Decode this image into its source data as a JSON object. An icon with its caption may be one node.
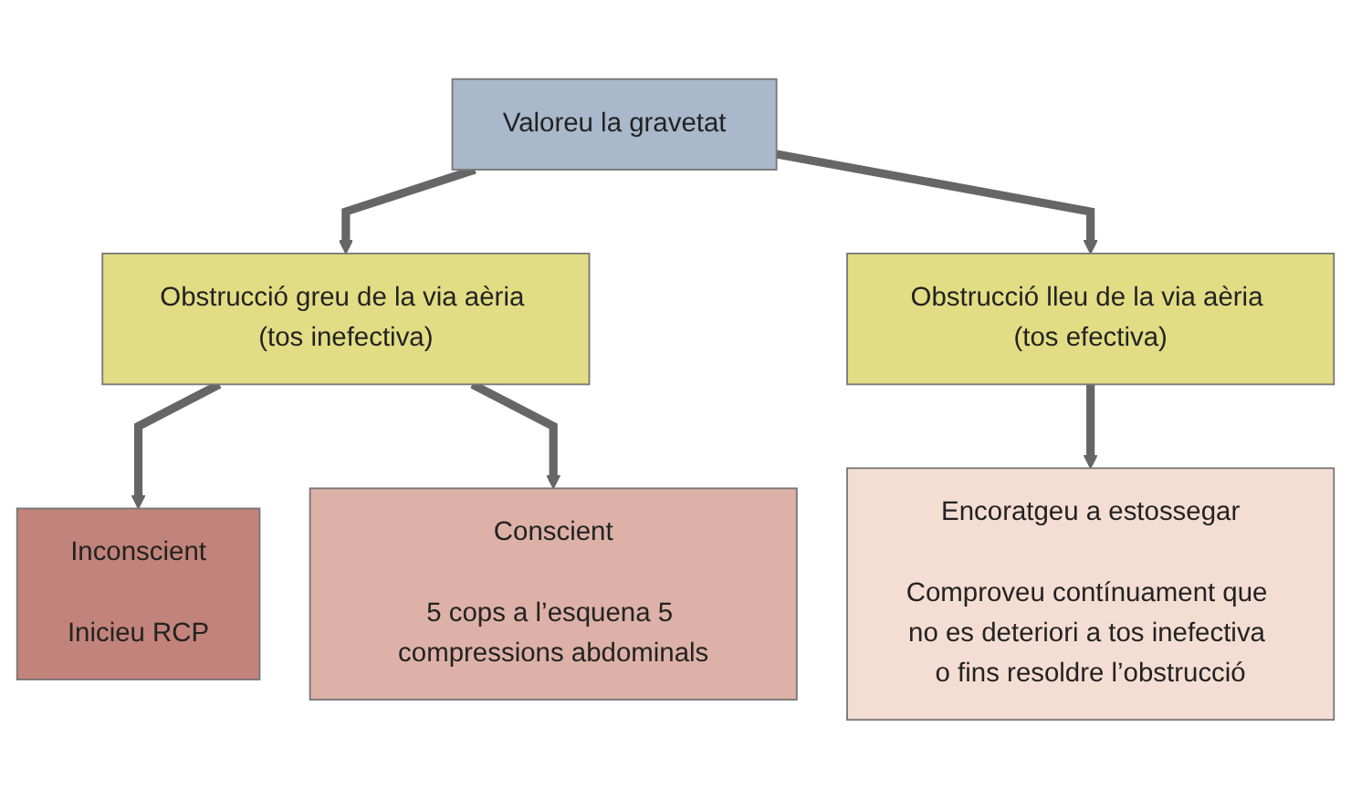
{
  "diagram": {
    "nodes": [
      {
        "text": [
          "Valoreu la gravetat"
        ]
      },
      {
        "text": [
          "Obstrucció greu de la via aèria (tos inefectiva)"
        ]
      },
      {
        "text": [
          "Obstrucció lleu de la via aèria (tos efectiva)"
        ]
      },
      {
        "text": [
          "Inconscient",
          "Inicieu RCP"
        ]
      },
      {
        "text": [
          "Conscient",
          "5 cops a l’esquena 5 compressions abdominals"
        ]
      },
      {
        "text": [
          "Encoratgeu a estossegar",
          "Comproveu contínuament que no es deteriori a tos inefectiva o fins resoldre l’obstrucció"
        ]
      }
    ],
    "edges": [
      {
        "from": 0,
        "to": 1,
        "arrow": "to"
      },
      {
        "from": 0,
        "to": 2,
        "arrow": "to"
      },
      {
        "from": 1,
        "to": 3,
        "arrow": "to"
      },
      {
        "from": 1,
        "to": 4,
        "arrow": "to"
      },
      {
        "from": 2,
        "to": 5,
        "arrow": "to"
      }
    ]
  }
}
